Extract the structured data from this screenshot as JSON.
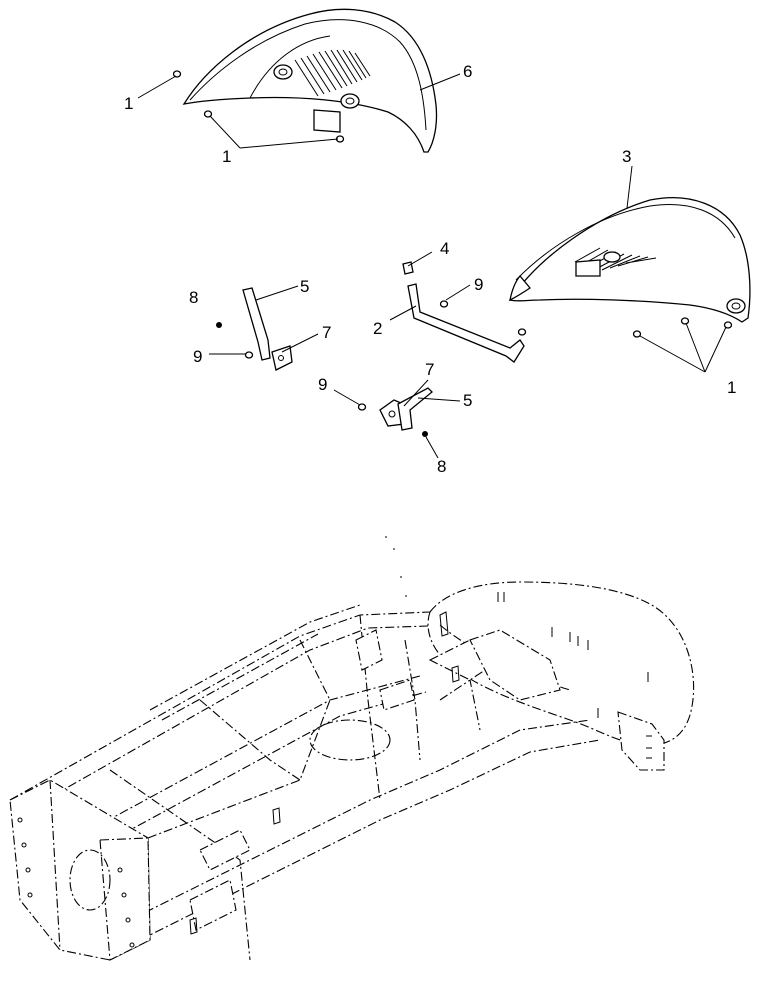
{
  "callouts": {
    "c1_a": "1",
    "c1_b": "1",
    "c1_c": "1",
    "c2": "2",
    "c3": "3",
    "c4": "4",
    "c5_a": "5",
    "c5_b": "5",
    "c6": "6",
    "c7_a": "7",
    "c7_b": "7",
    "c8_a": "8",
    "c8_b": "8",
    "c9_a": "9",
    "c9_b": "9",
    "c9_c": "9"
  }
}
